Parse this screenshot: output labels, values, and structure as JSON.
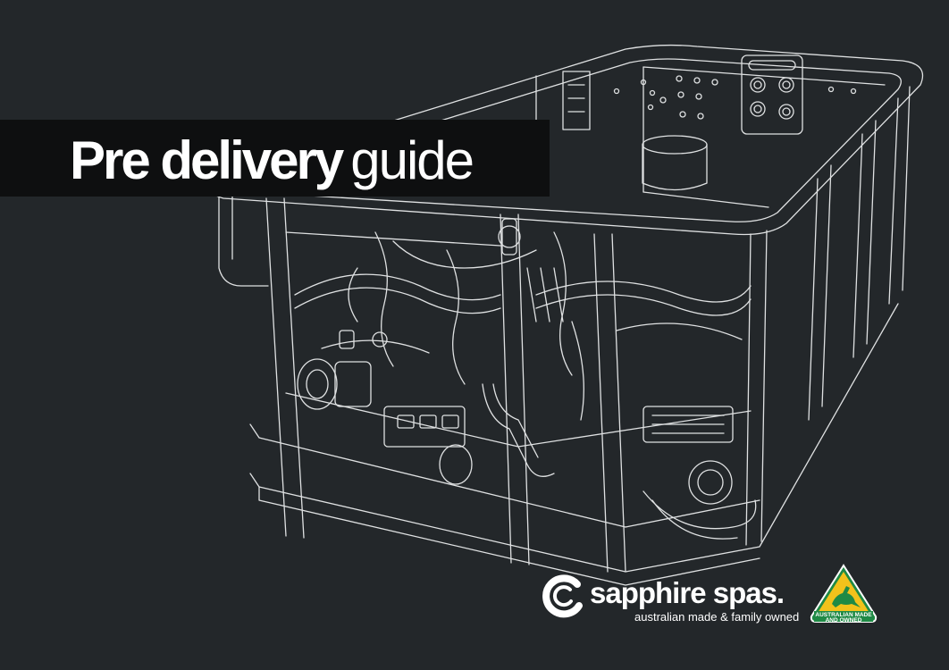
{
  "cover": {
    "title_bold": "Pre delivery",
    "title_light": "guide"
  },
  "brand": {
    "name": "sapphire spas.",
    "tagline": "australian made & family owned",
    "logo_icon": "sapphire-swirl-logo"
  },
  "badge": {
    "line1": "AUSTRALIAN MADE",
    "line2": "AND OWNED",
    "icon": "kangaroo-triangle-icon",
    "colors": {
      "green": "#1f8a45",
      "gold": "#f2c21b"
    }
  },
  "colors": {
    "background": "#23272a",
    "title_band": "#0e0f10",
    "line_art": "#e8e8e8",
    "text": "#ffffff"
  }
}
